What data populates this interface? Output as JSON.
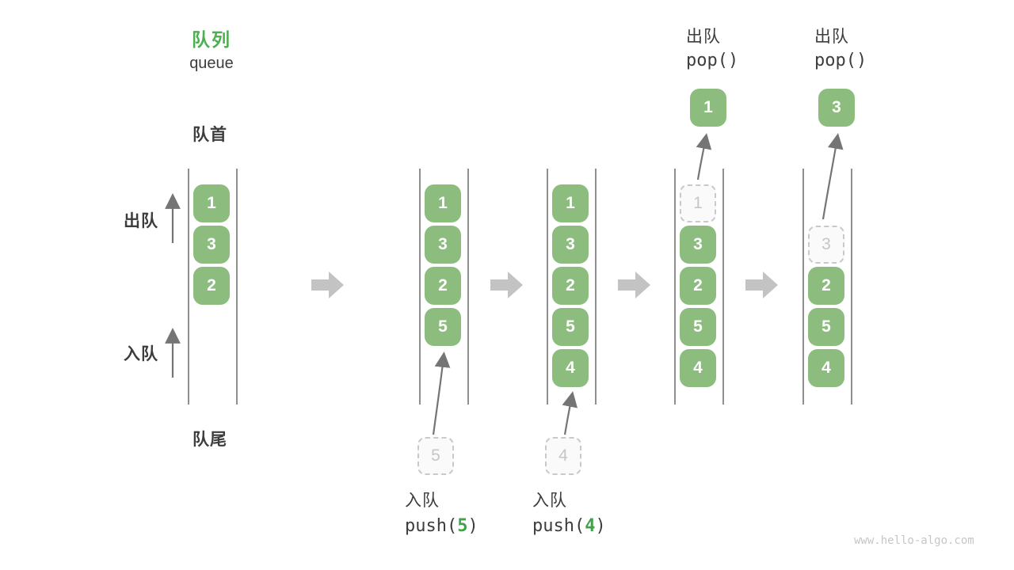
{
  "legend": {
    "title_zh": "队列",
    "title_en": "queue",
    "front_label": "队首",
    "rear_label": "队尾",
    "dequeue_label": "出队",
    "enqueue_label": "入队"
  },
  "watermark": "www.hello-algo.com",
  "colors": {
    "box_fill_green": "#8cbc7e",
    "box_text": "#ffffff",
    "accent_green": "#4caf50",
    "code_arg_green": "#44a04a",
    "label_dark": "#3d3d3d",
    "wall_gray": "#8f8f8f",
    "arrow_gray": "#757575",
    "transition_arrow_gray": "#c3c3c3",
    "dashed_border": "#c9c9c9",
    "dashed_text": "#c6c6c6"
  },
  "states": [
    {
      "name": "initial",
      "slots": [
        "1",
        "3",
        "2",
        null,
        null
      ],
      "slot_styles": [
        "filled",
        "filled",
        "filled",
        "empty",
        "empty"
      ]
    },
    {
      "name": "after-push-5",
      "slots": [
        "1",
        "3",
        "2",
        "5",
        null
      ],
      "slot_styles": [
        "filled",
        "filled",
        "filled",
        "filled",
        "empty"
      ],
      "staging_value": "5",
      "op": {
        "label_zh": "入队",
        "code_fn": "push(",
        "code_arg": "5",
        "code_close": ")"
      }
    },
    {
      "name": "after-push-4",
      "slots": [
        "1",
        "3",
        "2",
        "5",
        "4"
      ],
      "slot_styles": [
        "filled",
        "filled",
        "filled",
        "filled",
        "filled"
      ],
      "staging_value": "4",
      "op": {
        "label_zh": "入队",
        "code_fn": "push(",
        "code_arg": "4",
        "code_close": ")"
      }
    },
    {
      "name": "after-pop-1",
      "slots": [
        "1",
        "3",
        "2",
        "5",
        "4"
      ],
      "slot_styles": [
        "dashed",
        "filled",
        "filled",
        "filled",
        "filled"
      ],
      "popped_value": "1",
      "op_top": {
        "label_zh": "出队",
        "code": "pop()"
      }
    },
    {
      "name": "after-pop-3",
      "slots": [
        null,
        "3",
        "2",
        "5",
        "4"
      ],
      "slot_styles": [
        "empty",
        "dashed",
        "filled",
        "filled",
        "filled"
      ],
      "popped_value": "3",
      "op_top": {
        "label_zh": "出队",
        "code": "pop()"
      }
    }
  ]
}
